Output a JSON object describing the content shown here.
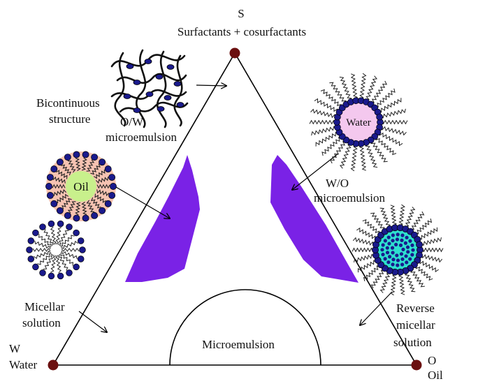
{
  "vertices": {
    "s_letter": "S",
    "s_name": "Surfactants + cosurfactants",
    "w_letter": "W",
    "w_name": "Water",
    "o_letter": "O",
    "o_name": "Oil"
  },
  "labels": {
    "bicontinuous_1": "Bicontinuous",
    "bicontinuous_2": "structure",
    "ow_1": "O/W",
    "ow_2": "microemulsion",
    "wo_1": "W/O",
    "wo_2": "microemulsion",
    "micellar_1": "Micellar",
    "micellar_2": "solution",
    "reverse_1": "Reverse",
    "reverse_2": "micellar",
    "reverse_3": "solution",
    "microemulsion": "Microemulsion",
    "oil_core": "Oil",
    "water_core": "Water"
  },
  "colors": {
    "vertex_dot": "#6b1010",
    "region_fill": "#7a22e6",
    "head_blue": "#1a1a8c",
    "oil_halo": "#f6c3b2",
    "oil_core": "#c8f08c",
    "water_core": "#f4c8ee",
    "reverse_core": "#2ee0d0"
  }
}
